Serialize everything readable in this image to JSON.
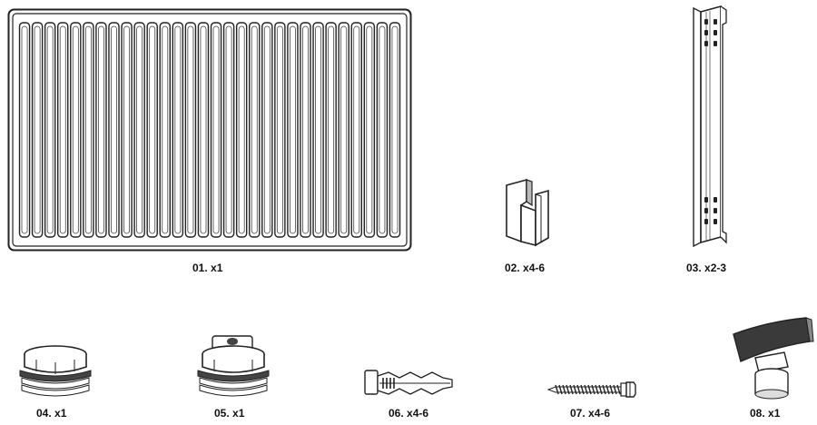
{
  "parts": [
    {
      "id": "01",
      "label": "01. x1"
    },
    {
      "id": "02",
      "label": "02. x4-6"
    },
    {
      "id": "03",
      "label": "03. x2-3"
    },
    {
      "id": "04",
      "label": "04. x1"
    },
    {
      "id": "05",
      "label": "05. x1"
    },
    {
      "id": "06",
      "label": "06. x4-6"
    },
    {
      "id": "07",
      "label": "07. x4-6"
    },
    {
      "id": "08",
      "label": "08. x1"
    }
  ],
  "colors": {
    "stroke": "#222222",
    "fill_dark": "#333333",
    "fill_mid": "#9a9a9a",
    "fill_light": "#e6e6e6",
    "background": "#ffffff"
  }
}
